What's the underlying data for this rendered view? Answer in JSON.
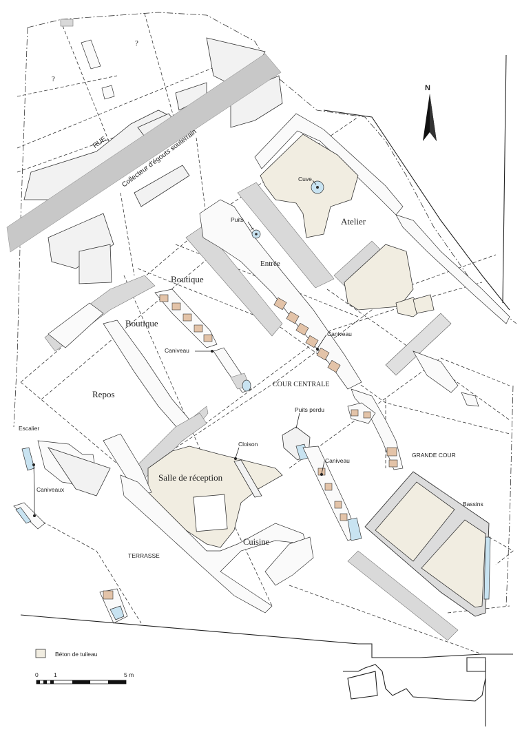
{
  "labels": {
    "rue": "RUE",
    "collecteur": "Collecteur d'égouts souterrain",
    "question_1": "?",
    "question_2": "?",
    "cuve": "Cuve",
    "atelier": "Atelier",
    "puits": "Puits",
    "entree": "Entrée",
    "boutique_1": "Boutique",
    "boutique_2": "Boutique",
    "caniveau_1": "Caniveau",
    "caniveau_2": "Caniveau",
    "caniveau_3": "Caniveau",
    "cour_centrale": "COUR CENTRALE",
    "repos": "Repos",
    "puits_perdu": "Puits perdu",
    "cloison": "Cloison",
    "escalier": "Escalier",
    "grande_cour": "GRANDE COUR",
    "salle_reception": "Salle de réception",
    "caniveaux": "Caniveaux",
    "bassins": "Bassins",
    "cuisine": "Cuisine",
    "terrasse": "TERRASSE"
  },
  "north_arrow": {
    "label": "N",
    "icon": "north-arrow-icon"
  },
  "legend": {
    "swatch_color": "#f1ede1",
    "label": "Béton de tuileau"
  },
  "scale_bar": {
    "tick_0": "0",
    "tick_1": "1",
    "tick_5": "5 m"
  },
  "colors": {
    "beton": "#f1ede1",
    "tile": "#e3c3a8",
    "water": "#c8e3f1",
    "collector": "#c8c8c8",
    "wall": "#f2f2f2"
  }
}
